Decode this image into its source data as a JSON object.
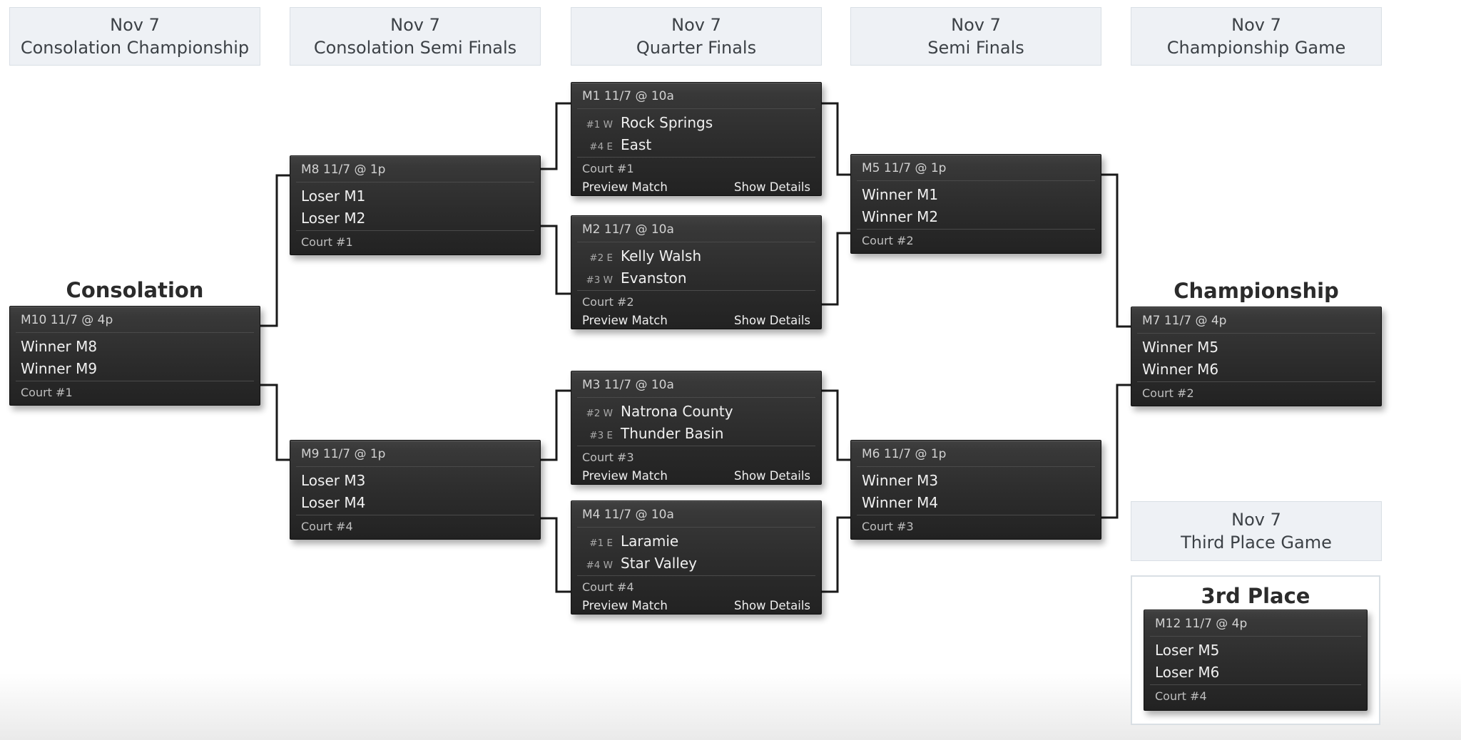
{
  "colors": {
    "card_bg_top": "#414141",
    "card_bg_bottom": "#222222",
    "card_border": "#101010",
    "card_divider": "#4a4a4a",
    "header_bg": "#eef1f5",
    "header_border": "#d9dfe5",
    "header_text": "#3c4146",
    "connector": "#1a1a1a",
    "panel_border": "#d9dfe4",
    "team_text": "#f0f0f0",
    "seed_text": "#a9a9a9"
  },
  "round_headers": [
    {
      "date": "Nov 7",
      "name": "Consolation Championship"
    },
    {
      "date": "Nov 7",
      "name": "Consolation Semi Finals"
    },
    {
      "date": "Nov 7",
      "name": "Quarter Finals"
    },
    {
      "date": "Nov 7",
      "name": "Semi Finals"
    },
    {
      "date": "Nov 7",
      "name": "Championship Game"
    }
  ],
  "third_place_header": {
    "date": "Nov 7",
    "name": "Third Place Game"
  },
  "section_titles": {
    "consolation": "Consolation",
    "championship": "Championship",
    "third_place": "3rd Place"
  },
  "matches": {
    "m1": {
      "title": "M1 11/7 @ 10a",
      "team1_seed": "#1 W",
      "team1": "Rock Springs",
      "team2_seed": "#4 E",
      "team2": "East",
      "court": "Court #1",
      "preview_label": "Preview Match",
      "details_label": "Show Details"
    },
    "m2": {
      "title": "M2 11/7 @ 10a",
      "team1_seed": "#2 E",
      "team1": "Kelly Walsh",
      "team2_seed": "#3 W",
      "team2": "Evanston",
      "court": "Court #2",
      "preview_label": "Preview Match",
      "details_label": "Show Details"
    },
    "m3": {
      "title": "M3 11/7 @ 10a",
      "team1_seed": "#2 W",
      "team1": "Natrona County",
      "team2_seed": "#3 E",
      "team2": "Thunder Basin",
      "court": "Court #3",
      "preview_label": "Preview Match",
      "details_label": "Show Details"
    },
    "m4": {
      "title": "M4 11/7 @ 10a",
      "team1_seed": "#1 E",
      "team1": "Laramie",
      "team2_seed": "#4 W",
      "team2": "Star Valley",
      "court": "Court #4",
      "preview_label": "Preview Match",
      "details_label": "Show Details"
    },
    "m5": {
      "title": "M5 11/7 @ 1p",
      "team1": "Winner M1",
      "team2": "Winner M2",
      "court": "Court #2"
    },
    "m6": {
      "title": "M6 11/7 @ 1p",
      "team1": "Winner M3",
      "team2": "Winner M4",
      "court": "Court #3"
    },
    "m7": {
      "title": "M7 11/7 @ 4p",
      "team1": "Winner M5",
      "team2": "Winner M6",
      "court": "Court #2"
    },
    "m8": {
      "title": "M8 11/7 @ 1p",
      "team1": "Loser M1",
      "team2": "Loser M2",
      "court": "Court #1"
    },
    "m9": {
      "title": "M9 11/7 @ 1p",
      "team1": "Loser M3",
      "team2": "Loser M4",
      "court": "Court #4"
    },
    "m10": {
      "title": "M10 11/7 @ 4p",
      "team1": "Winner M8",
      "team2": "Winner M9",
      "court": "Court #1"
    },
    "m12": {
      "title": "M12 11/7 @ 4p",
      "team1": "Loser M5",
      "team2": "Loser M6",
      "court": "Court #4"
    }
  }
}
